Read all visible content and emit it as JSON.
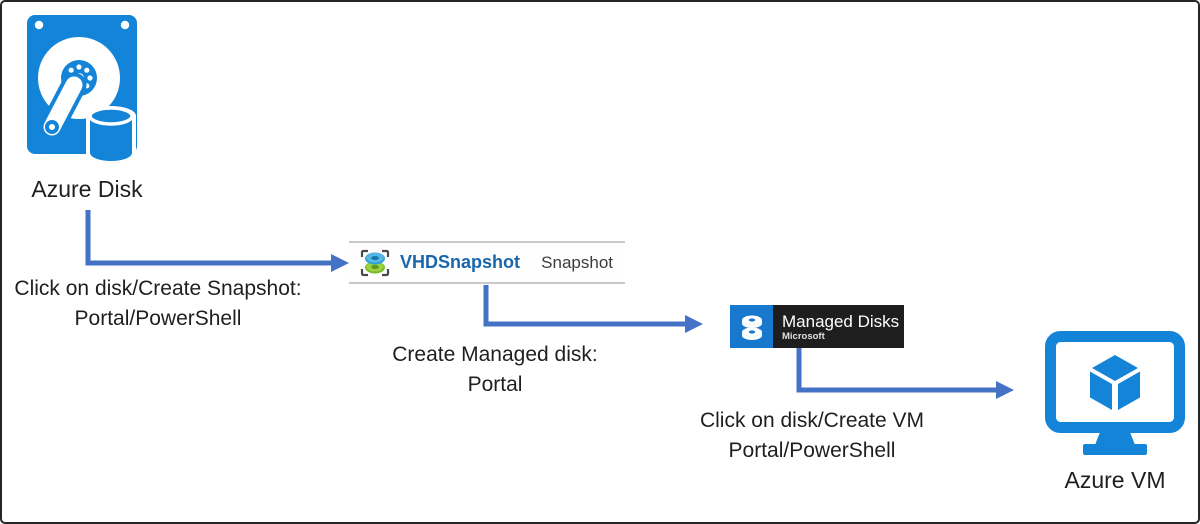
{
  "nodes": {
    "azure_disk": {
      "label": "Azure Disk",
      "icon": "azure-disk-icon"
    },
    "vhd_snapshot": {
      "name": "VHDSnapshot",
      "type": "Snapshot",
      "icon": "snapshot-disks-icon"
    },
    "managed_disks": {
      "title": "Managed Disks",
      "publisher": "Microsoft",
      "icon": "disk-stack-icon"
    },
    "azure_vm": {
      "label": "Azure VM",
      "icon": "vm-monitor-cube-icon"
    }
  },
  "edges": [
    {
      "from": "azure_disk",
      "to": "vhd_snapshot",
      "label": [
        "Click on disk/Create Snapshot:",
        "Portal/PowerShell"
      ]
    },
    {
      "from": "vhd_snapshot",
      "to": "managed_disks",
      "label": [
        "Create Managed disk:",
        "Portal"
      ]
    },
    {
      "from": "managed_disks",
      "to": "azure_vm",
      "label": [
        "Click on disk/Create VM",
        "Portal/PowerShell"
      ]
    }
  ],
  "colors": {
    "arrow": "#4472c4",
    "azure_blue": "#1384d7",
    "vhd_name_blue": "#1a66ad",
    "badge_blue": "#1878ce",
    "badge_dark": "#1e1e1e",
    "row_border": "#c9c9c9",
    "text": "#1f1f1f",
    "snapshot_top_disk": "#2f9fd8",
    "snapshot_bottom_disk": "#7ab82e"
  }
}
